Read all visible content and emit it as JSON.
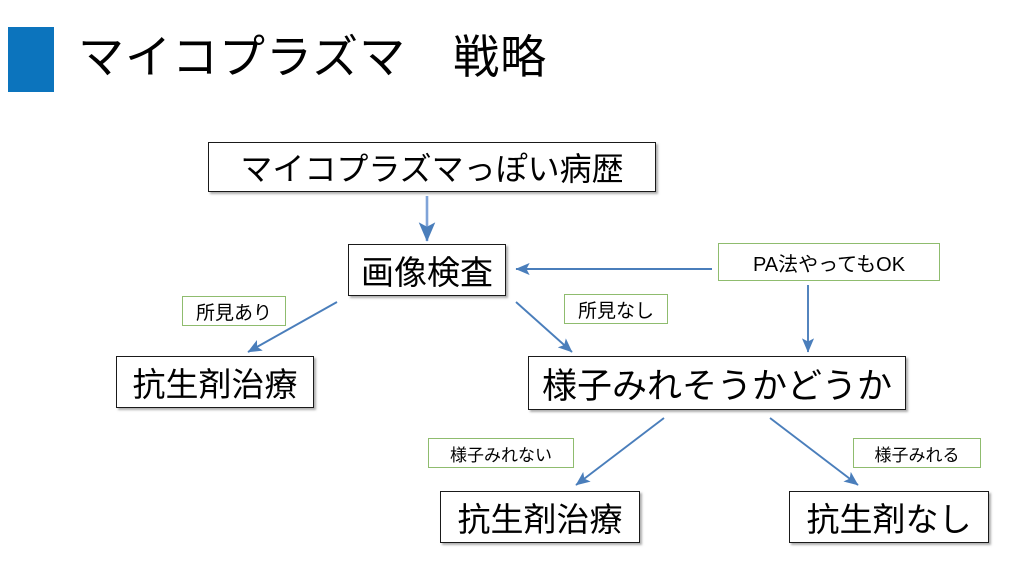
{
  "slide": {
    "title": "マイコプラズマ　戦略",
    "accent_color": "#0C74BD",
    "background_color": "#FFFFFF",
    "arrow_color": "#4A7EBB",
    "node_border_color": "#1A1A1A",
    "tag_border_color": "#8FBC6E"
  },
  "flowchart": {
    "nodes": [
      {
        "id": "history",
        "label": "マイコプラズマっぽい病歴"
      },
      {
        "id": "imaging",
        "label": "画像検査"
      },
      {
        "id": "abx_left",
        "label": "抗生剤治療"
      },
      {
        "id": "observe",
        "label": "様子みれそうかどうか"
      },
      {
        "id": "abx_bottom",
        "label": "抗生剤治療"
      },
      {
        "id": "no_abx",
        "label": "抗生剤なし"
      }
    ],
    "tags": [
      {
        "id": "pa",
        "label": "PA法やってもOK"
      },
      {
        "id": "findings_yes",
        "label": "所見あり"
      },
      {
        "id": "findings_no",
        "label": "所見なし"
      },
      {
        "id": "cannot_watch",
        "label": "様子みれない"
      },
      {
        "id": "can_watch",
        "label": "様子みれる"
      }
    ],
    "edges": [
      {
        "id": "history-to-imaging",
        "from": "history",
        "to": "imaging",
        "direction": "down"
      },
      {
        "id": "imaging-to-abx-left",
        "from": "imaging",
        "to": "abx_left",
        "direction": "down-left",
        "label": "所見あり"
      },
      {
        "id": "imaging-to-observe",
        "from": "imaging",
        "to": "observe",
        "direction": "down-right",
        "label": "所見なし"
      },
      {
        "id": "pa-to-imaging",
        "from": "pa",
        "to": "imaging",
        "direction": "left"
      },
      {
        "id": "pa-to-observe",
        "from": "pa",
        "to": "observe",
        "direction": "down"
      },
      {
        "id": "observe-to-abx-bottom",
        "from": "observe",
        "to": "abx_bottom",
        "direction": "down-left",
        "label": "様子みれない"
      },
      {
        "id": "observe-to-no-abx",
        "from": "observe",
        "to": "no_abx",
        "direction": "down-right",
        "label": "様子みれる"
      }
    ]
  }
}
